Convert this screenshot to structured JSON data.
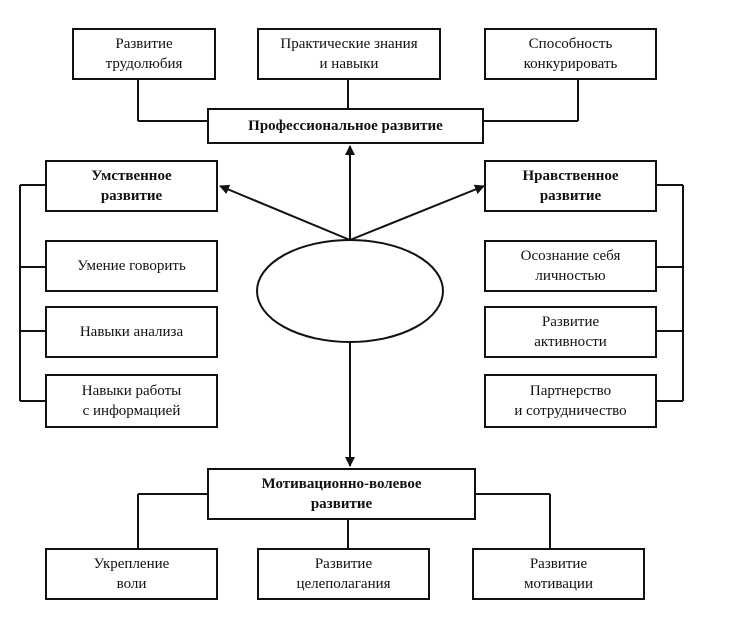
{
  "center": {
    "professional": "Профессиональное развитие",
    "mental": "Умственное\nразвитие",
    "moral": "Нравственное\nразвитие",
    "motivational": "Мотивационно-волевое\nразвитие"
  },
  "top": [
    "Развитие\nтрудолюбия",
    "Практические знания\nи навыки",
    "Способность\nконкурировать"
  ],
  "left": [
    "Умение говорить",
    "Навыки анализа",
    "Навыки работы\nс информацией"
  ],
  "right": [
    "Осознание себя\nличностью",
    "Развитие\nактивности",
    "Партнерство\nи сотрудничество"
  ],
  "bottom": [
    "Укрепление\nволи",
    "Развитие\nцелеполагания",
    "Развитие\nмотивации"
  ]
}
